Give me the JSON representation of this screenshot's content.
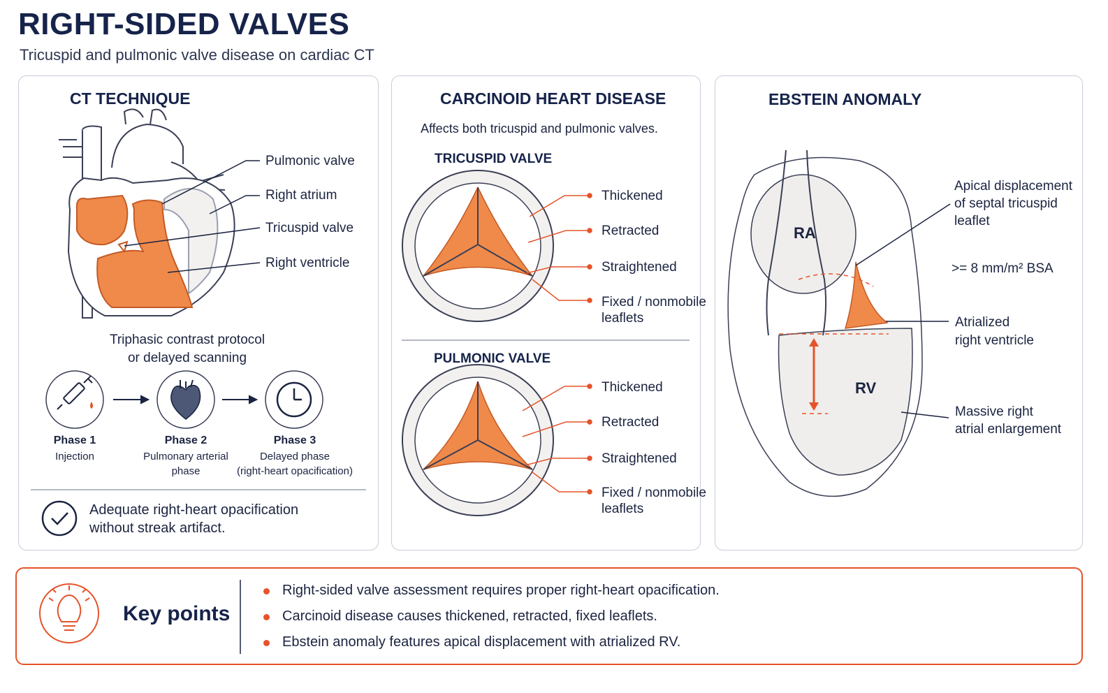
{
  "header": {
    "title": "RIGHT-SIDED VALVES",
    "subtitle": "Tricuspid and pulmonic valve disease on cardiac CT"
  },
  "ct_technique": {
    "heading": "CT TECHNIQUE",
    "labels": [
      "Pulmonic valve",
      "Right atrium",
      "Tricuspid valve",
      "Right ventricle"
    ],
    "protocol_line1": "Triphasic contrast protocol",
    "protocol_line2": "or delayed scanning",
    "phases": [
      {
        "title": "Phase 1",
        "line1": "Injection",
        "line2": "",
        "icon": "syringe-icon"
      },
      {
        "title": "Phase 2",
        "line1": "Pulmonary arterial",
        "line2": "phase",
        "icon": "heart-icon"
      },
      {
        "title": "Phase 3",
        "line1": "Delayed phase",
        "line2": "(right-heart opacification)",
        "icon": "clock-icon"
      }
    ],
    "result_line1": "Adequate right-heart opacification",
    "result_line2": "without streak artifact."
  },
  "carcinoid": {
    "heading": "CARCINOID HEART DISEASE",
    "description": "Affects both tricuspid and pulmonic valves.",
    "tricuspid": {
      "title": "TRICUSPID VALVE",
      "labels": [
        "Thickened",
        "Retracted",
        "Straightened",
        "Fixed / nonmobile",
        "leaflets"
      ]
    },
    "pulmonic": {
      "title": "PULMONIC VALVE",
      "labels": [
        "Thickened",
        "Retracted",
        "Straightened",
        "Fixed / nonmobile",
        "leaflets"
      ]
    }
  },
  "ebstein": {
    "heading": "EBSTEIN ANOMALY",
    "ra": "RA",
    "rv": "RV",
    "apical_lines": [
      "Apical displacement",
      "of septal tricuspid",
      "leaflet"
    ],
    "threshold": ">= 8 mm/m² BSA",
    "atrialized_lines": [
      "Atrialized",
      "right ventricle"
    ],
    "massive_lines": [
      "Massive right",
      "atrial enlargement"
    ]
  },
  "key_points": {
    "heading": "Key points",
    "items": [
      "Right-sided valve assessment requires proper right-heart opacification.",
      "Carcinoid disease causes thickened, retracted, fixed leaflets.",
      "Ebstein anomaly features apical displacement with atrialized RV."
    ]
  },
  "colors": {
    "accent": "#e5532a",
    "navy": "#16234a",
    "highlight": "#f08a4b",
    "gray_fill": "#f0eeec"
  }
}
